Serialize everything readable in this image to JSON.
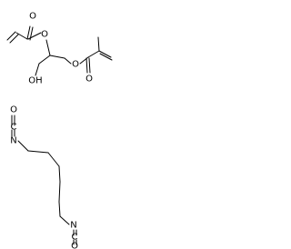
{
  "molecules": [
    {
      "atoms": {
        "o_acrylate_carbonyl": "O",
        "o_acrylate_ester": "O",
        "o_hydroxyl": "OH",
        "o_methacrylate_ester": "O",
        "o_methacrylate_carbonyl": "O"
      }
    },
    {
      "atoms": {
        "o_top": "O",
        "c_top": "C",
        "n_top": "N",
        "n_bottom": "N",
        "c_bottom": "C",
        "o_bottom": "O"
      }
    }
  ],
  "colors": {
    "bond": "#000000",
    "label": "#000000",
    "background": "#ffffff"
  }
}
